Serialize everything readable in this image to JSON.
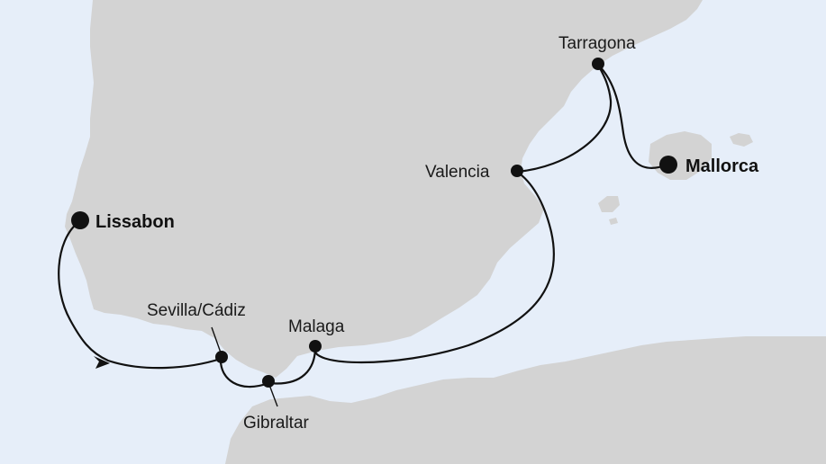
{
  "colors": {
    "sea": "#e6eef9",
    "land": "#d3d3d3",
    "route": "#111111"
  },
  "ports": [
    {
      "id": "lissabon",
      "name": "Lissabon",
      "major": true
    },
    {
      "id": "sevilla",
      "name": "Sevilla/Cádiz",
      "major": false
    },
    {
      "id": "gibraltar",
      "name": "Gibraltar",
      "major": false
    },
    {
      "id": "malaga",
      "name": "Malaga",
      "major": false
    },
    {
      "id": "valencia",
      "name": "Valencia",
      "major": false
    },
    {
      "id": "tarragona",
      "name": "Tarragona",
      "major": false
    },
    {
      "id": "mallorca",
      "name": "Mallorca",
      "major": true
    }
  ],
  "route_order": [
    "lissabon",
    "sevilla",
    "gibraltar",
    "malaga",
    "valencia",
    "tarragona",
    "mallorca"
  ]
}
